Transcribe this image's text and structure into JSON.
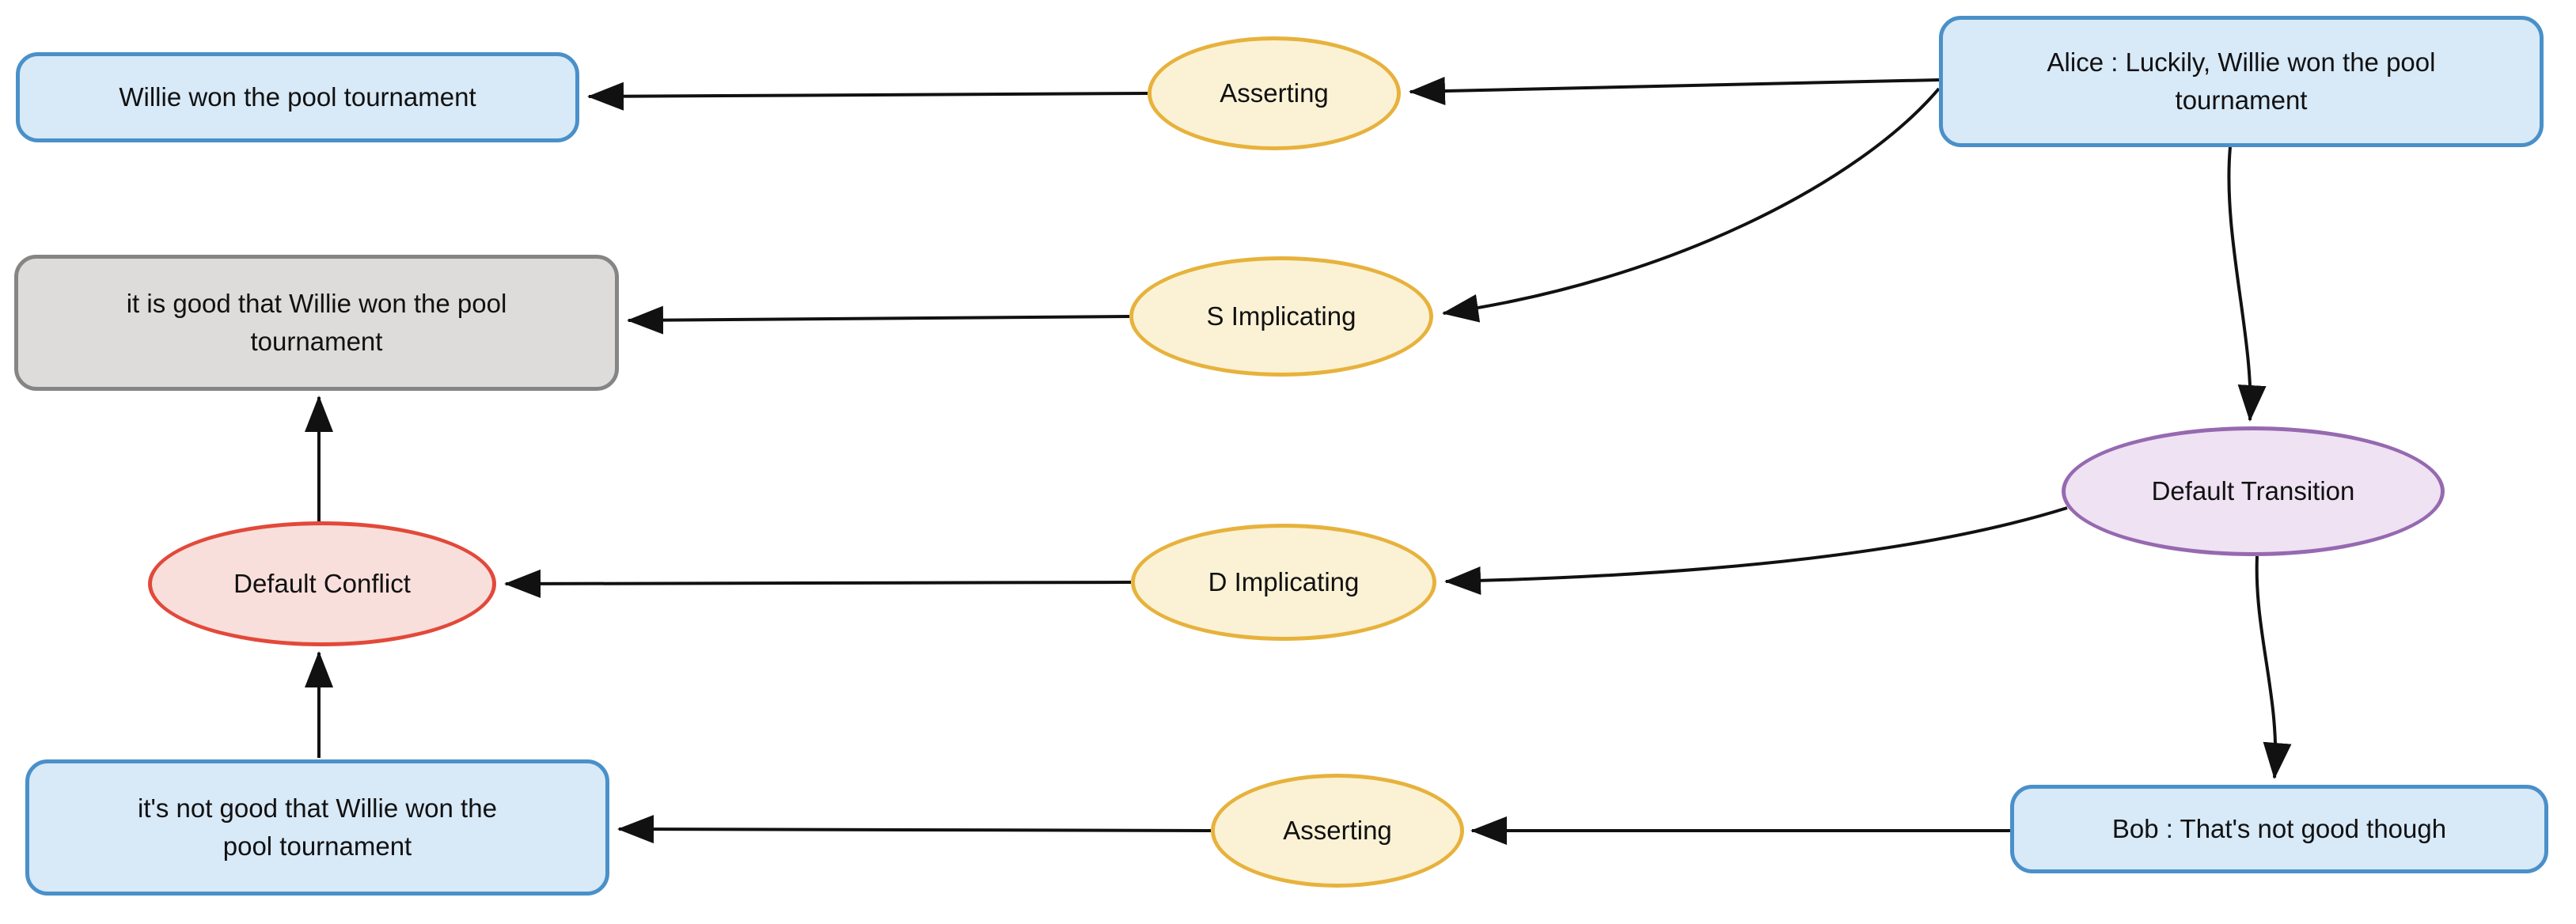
{
  "diagram": {
    "background": "#ffffff",
    "colors": {
      "locution_fill": "#d8e9f7",
      "locution_border": "#4a90c9",
      "proposition_fill": "#dedcda",
      "proposition_border": "#858585",
      "illocution_fill": "#fbf2d5",
      "illocution_border": "#e7b23c",
      "transition_fill": "#eee2f3",
      "transition_border": "#9669b0",
      "conflict_fill": "#f9dfdb",
      "conflict_border": "#e2493a",
      "edge_stroke": "#111111"
    },
    "nodes": {
      "willie": {
        "label": "Willie won the pool tournament"
      },
      "alice": {
        "label": "Alice : Luckily, Willie won the pool\ntournament"
      },
      "good": {
        "label": "it is good that Willie won the pool\ntournament"
      },
      "notgood": {
        "label": "it's not good that Willie won the\npool tournament"
      },
      "bob": {
        "label": "Bob : That's not good though"
      },
      "asserting_top": {
        "label": "Asserting"
      },
      "s_implicating": {
        "label": "S Implicating"
      },
      "d_implicating": {
        "label": "D Implicating"
      },
      "asserting_bottom": {
        "label": "Asserting"
      },
      "default_transition": {
        "label": "Default Transition"
      },
      "default_conflict": {
        "label": "Default Conflict"
      }
    },
    "edges": [
      {
        "from": "alice",
        "to": "asserting_top"
      },
      {
        "from": "asserting_top",
        "to": "willie"
      },
      {
        "from": "alice",
        "to": "s_implicating"
      },
      {
        "from": "s_implicating",
        "to": "good"
      },
      {
        "from": "alice",
        "to": "default_transition"
      },
      {
        "from": "default_transition",
        "to": "d_implicating"
      },
      {
        "from": "d_implicating",
        "to": "default_conflict"
      },
      {
        "from": "default_transition",
        "to": "bob"
      },
      {
        "from": "bob",
        "to": "asserting_bottom"
      },
      {
        "from": "asserting_bottom",
        "to": "notgood"
      },
      {
        "from": "notgood",
        "to": "default_conflict"
      },
      {
        "from": "default_conflict",
        "to": "good"
      }
    ]
  }
}
